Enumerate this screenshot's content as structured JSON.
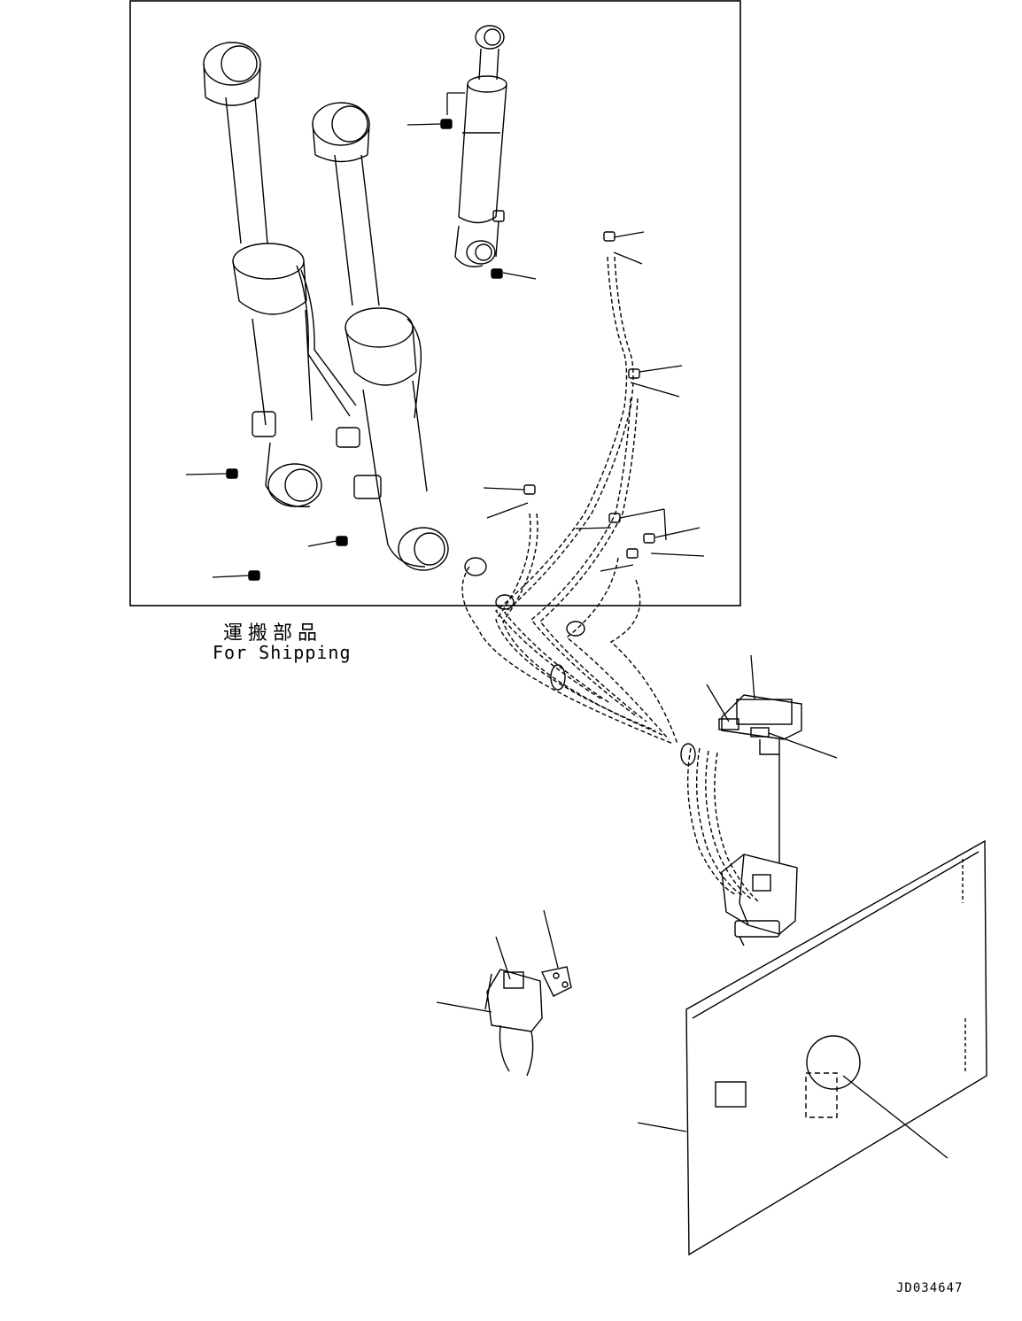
{
  "drawing": {
    "shipping_label_jp": "運搬部品",
    "shipping_label_en": "For Shipping",
    "drawing_number": "JD034647",
    "line_color": "#000000",
    "background_color": "#ffffff"
  }
}
